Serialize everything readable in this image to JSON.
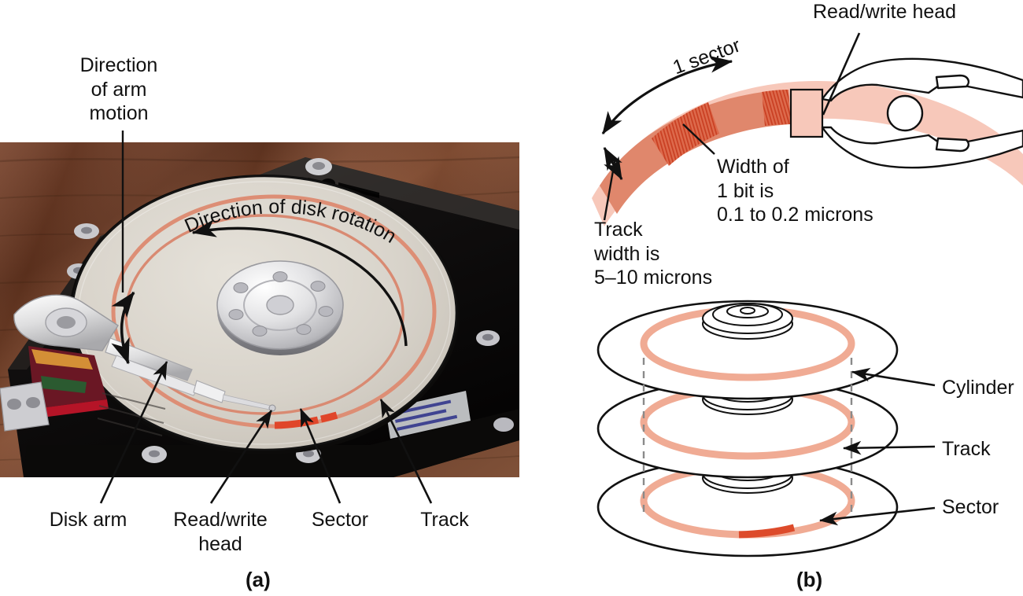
{
  "figure": {
    "title": "Hard disk drive anatomy figure",
    "panels": [
      {
        "id": "a",
        "tag": "(a)",
        "caption_kind": "photograph"
      },
      {
        "id": "b",
        "tag": "(b)",
        "caption_kind": "diagram"
      }
    ]
  },
  "panel_a": {
    "tag": "(a)",
    "labels": {
      "direction_of_arm_motion": "Direction\nof arm\nmotion",
      "direction_of_disk_rotation": "Direction of disk rotation",
      "disk_arm": "Disk arm",
      "read_write_head": "Read/write\nhead",
      "sector": "Sector",
      "track": "Track"
    }
  },
  "panel_b": {
    "tag": "(b)",
    "labels": {
      "read_write_head": "Read/write head",
      "one_sector": "1 sector",
      "bit_width": "Width of\n1 bit is\n0.1 to 0.2 microns",
      "track_width": "Track\nwidth is\n5–10 microns",
      "cylinder": "Cylinder",
      "track": "Track",
      "sector": "Sector"
    },
    "measurements": {
      "track_width_value": "5–10 microns",
      "bit_width_value": "0.1 to 0.2 microns"
    },
    "platters": [
      {
        "index": 0,
        "name": "top-platter",
        "has_sector_mark": false
      },
      {
        "index": 1,
        "name": "middle-platter",
        "has_sector_mark": false
      },
      {
        "index": 2,
        "name": "bottom-platter",
        "has_sector_mark": true
      }
    ]
  },
  "colors": {
    "track_light": "#f2b5a2",
    "track_mid": "#e08a6f",
    "track_dark": "#d9503a",
    "sector_red": "#dd4b2b",
    "band_pale": "#f7c8ba",
    "outline": "#111111",
    "dashed_guide": "#8a8a8a",
    "text": "#111111",
    "photo_wood_dark": "#5d3320",
    "photo_wood_light": "#8a523a",
    "photo_platter": "#d7d2c9",
    "photo_chassis": "#161312",
    "photo_metal": "#e6e6e6",
    "photo_pcb": "#6a1724"
  }
}
